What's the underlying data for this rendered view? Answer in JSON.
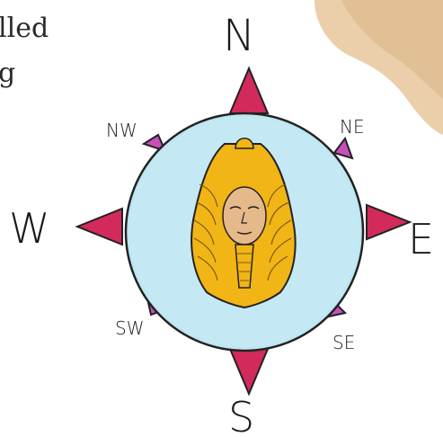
{
  "text_fragment": {
    "line1": "lled",
    "line2": "g"
  },
  "compass": {
    "north": "N",
    "south": "S",
    "east": "E",
    "west": "W",
    "northeast": "NE",
    "northwest": "NW",
    "southeast": "SE",
    "southwest": "SW"
  },
  "colors": {
    "circle_fill": "#bfe6f2",
    "point_fill": "#d22a5a",
    "diagonal_fill": "#c84fb9",
    "headdress_gold": "#f2b516",
    "face": "#e6b98a",
    "parchment": "#e6c39a"
  }
}
